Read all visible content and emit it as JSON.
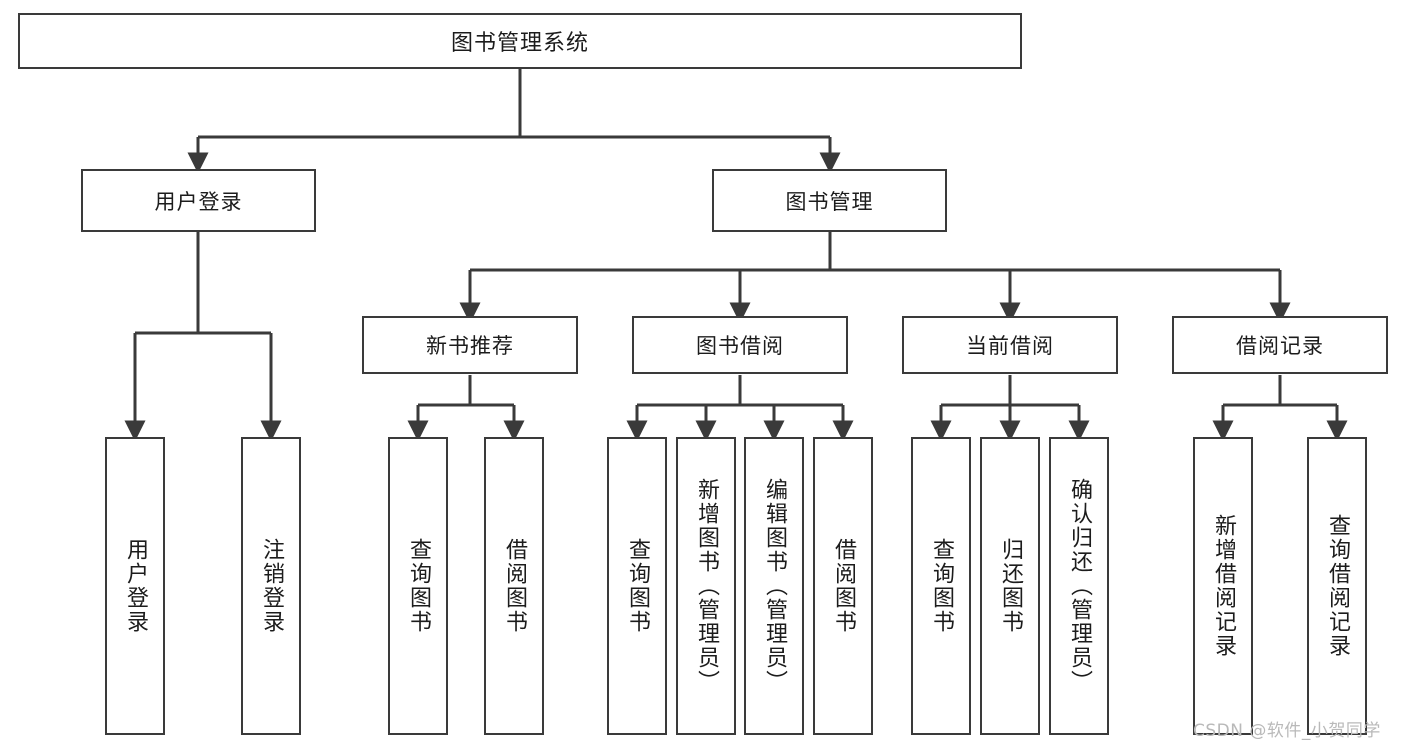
{
  "diagram": {
    "title": "图书管理系统",
    "type": "tree-hierarchy-diagram",
    "watermark": "CSDN @软件_小贺同学",
    "colors": {
      "box_border": "#3a3a3a",
      "box_fill": "#ffffff",
      "edge": "#3a3a3a",
      "text": "#1c1c1c",
      "watermark": "#b9b9b9",
      "background": "#ffffff"
    }
  },
  "nodes": {
    "root": {
      "label": "图书管理系统"
    },
    "level2": [
      {
        "id": "user-login",
        "label": "用户登录"
      },
      {
        "id": "book-management",
        "label": "图书管理"
      }
    ],
    "level3": [
      {
        "id": "new-book-recommend",
        "label": "新书推荐"
      },
      {
        "id": "book-borrow",
        "label": "图书借阅"
      },
      {
        "id": "current-borrow",
        "label": "当前借阅"
      },
      {
        "id": "borrow-record",
        "label": "借阅记录"
      }
    ],
    "leaves": {
      "user-login": [
        {
          "id": "leaf-user-login",
          "label": "用户登录"
        },
        {
          "id": "leaf-logout-login",
          "label": "注销登录"
        }
      ],
      "new-book-recommend": [
        {
          "id": "leaf-query-book-1",
          "label": "查询图书"
        },
        {
          "id": "leaf-borrow-book-1",
          "label": "借阅图书"
        }
      ],
      "book-borrow": [
        {
          "id": "leaf-query-book-2",
          "label": "查询图书"
        },
        {
          "id": "leaf-add-book",
          "label": "新增图书（管理员）"
        },
        {
          "id": "leaf-edit-book",
          "label": "编辑图书（管理员）"
        },
        {
          "id": "leaf-borrow-book-2",
          "label": "借阅图书"
        }
      ],
      "current-borrow": [
        {
          "id": "leaf-query-book-3",
          "label": "查询图书"
        },
        {
          "id": "leaf-return-book",
          "label": "归还图书"
        },
        {
          "id": "leaf-confirm-return",
          "label": "确认归还（管理员）"
        }
      ],
      "borrow-record": [
        {
          "id": "leaf-add-record",
          "label": "新增借阅记录"
        },
        {
          "id": "leaf-query-record",
          "label": "查询借阅记录"
        }
      ]
    }
  }
}
